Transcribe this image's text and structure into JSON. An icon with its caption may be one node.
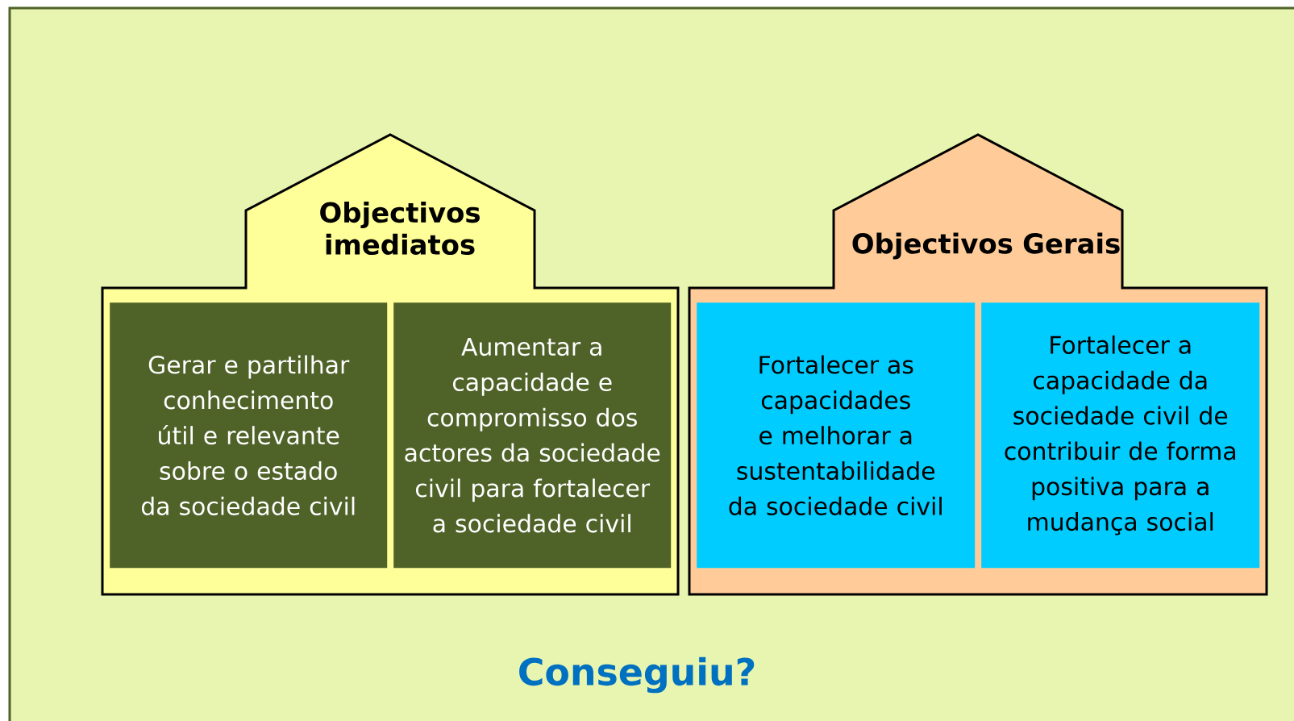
{
  "diagram": {
    "nodes": [
      {
        "text": [
          "Objectivos imediatos"
        ]
      },
      {
        "text": [
          "Gerar e partilhar conhecimento útil e relevante sobre o estado da sociedade civil"
        ],
        "in": 0
      },
      {
        "text": [
          "Aumentar a capacidade e compromisso dos actores da sociedade civil para fortalecer a sociedade civil"
        ],
        "in": 0
      },
      {
        "text": [
          "Objectivos Gerais"
        ]
      },
      {
        "text": [
          "Fortalecer as capacidades e melhorar a sustentabilidade da sociedade civil"
        ],
        "in": 3
      },
      {
        "text": [
          "Fortalecer a capacidade da sociedade civil de contribuir de forma positiva para a mudança social"
        ],
        "in": 3
      }
    ],
    "labels": [
      "Conseguiu?"
    ]
  }
}
